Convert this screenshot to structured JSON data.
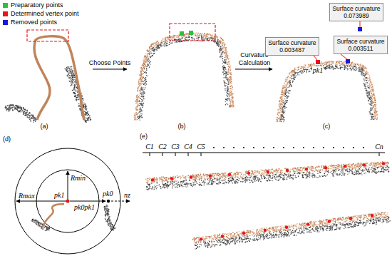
{
  "diagram": {
    "nodes": [
      {
        "text": [
          "Surface curvature 0.073989"
        ]
      },
      {
        "text": [
          "Surface curvature 0.003487"
        ]
      },
      {
        "text": [
          "Surface curvature 0.003511"
        ]
      }
    ],
    "labels": [
      "Choose Points",
      "Curvature Calculation",
      "(a)",
      "(b)",
      "(c)",
      "pk1",
      "(d)",
      "Rmax",
      "Rmin",
      "pk1",
      "pk0pk1",
      "pk0",
      "nz",
      "(e)",
      "C1",
      "C2",
      "C3",
      "C4",
      "C5",
      "Cn"
    ],
    "legend": [
      {
        "text": "Preparatory points",
        "color": "#2fbf3a"
      },
      {
        "text": "Determined vertex point",
        "color": "#e8141b"
      },
      {
        "text": "Removed points",
        "color": "#1a1ad8"
      }
    ]
  }
}
